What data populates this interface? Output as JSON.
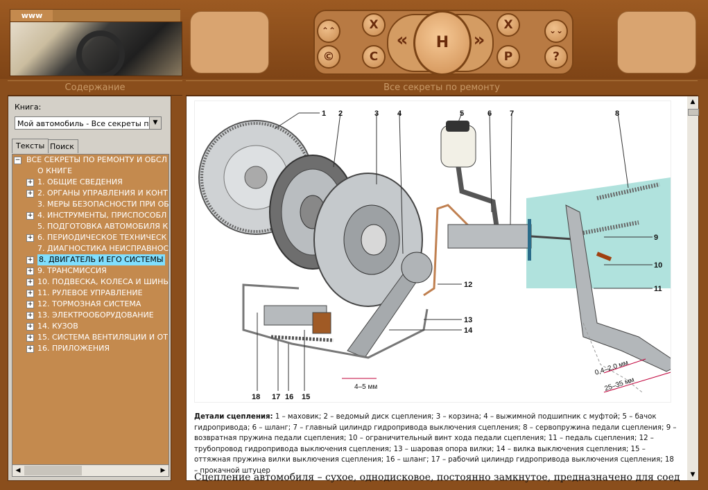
{
  "header": {
    "www_label": "www",
    "nav_buttons": {
      "up": "⌃⌃",
      "copyright": "©",
      "x_left": "X",
      "c": "C",
      "prev": "«",
      "home": "H",
      "next": "»",
      "x_right": "X",
      "p": "P",
      "down": "⌄⌄",
      "help": "?"
    }
  },
  "left_header": "Содержание",
  "right_header": "Все секреты по ремонту",
  "book": {
    "label": "Книга:",
    "selected": "Мой автомобиль - Все секреты по ре"
  },
  "tabs": [
    "Тексты",
    "Поиск"
  ],
  "tree": [
    {
      "sign": "−",
      "label": "ВСЕ СЕКРЕТЫ ПО РЕМОНТУ  И ОБСЛ",
      "level": 0
    },
    {
      "sign": "",
      "label": "О КНИГЕ",
      "level": 1
    },
    {
      "sign": "+",
      "label": "1. ОБЩИЕ СВЕДЕНИЯ",
      "level": 1
    },
    {
      "sign": "+",
      "label": "2. ОРГАНЫ УПРАВЛЕНИЯ И КОНТ",
      "level": 1
    },
    {
      "sign": "",
      "label": "3. МЕРЫ БЕЗОПАСНОСТИ ПРИ ОБ",
      "level": 1
    },
    {
      "sign": "+",
      "label": "4. ИНСТРУМЕНТЫ, ПРИСПОСОБЛ",
      "level": 1
    },
    {
      "sign": "",
      "label": "5. ПОДГОТОВКА АВТОМОБИЛЯ К",
      "level": 1
    },
    {
      "sign": "+",
      "label": "6. ПЕРИОДИЧЕСКОЕ ТЕХНИЧЕСК",
      "level": 1
    },
    {
      "sign": "",
      "label": "7. ДИАГНОСТИКА НЕИСПРАВНОС",
      "level": 1
    },
    {
      "sign": "+",
      "label": "8. ДВИГАТЕЛЬ И ЕГО СИСТЕМЫ",
      "level": 1,
      "selected": true
    },
    {
      "sign": "+",
      "label": "9. ТРАНСМИССИЯ",
      "level": 1
    },
    {
      "sign": "+",
      "label": "10. ПОДВЕСКА, КОЛЕСА И ШИНЫ",
      "level": 1
    },
    {
      "sign": "+",
      "label": "11. РУЛЕВОЕ УПРАВЛЕНИЕ",
      "level": 1
    },
    {
      "sign": "+",
      "label": "12. ТОРМОЗНАЯ СИСТЕМА",
      "level": 1
    },
    {
      "sign": "+",
      "label": "13. ЭЛЕКТРООБОРУДОВАНИЕ",
      "level": 1
    },
    {
      "sign": "+",
      "label": "14. КУЗОВ",
      "level": 1
    },
    {
      "sign": "+",
      "label": "15. СИСТЕМА ВЕНТИЛЯЦИИ И ОТ",
      "level": 1
    },
    {
      "sign": "+",
      "label": "16. ПРИЛОЖЕНИЯ",
      "level": 1
    }
  ],
  "figure": {
    "callouts": [
      "1",
      "2",
      "3",
      "4",
      "5",
      "6",
      "7",
      "8",
      "9",
      "10",
      "11",
      "12",
      "13",
      "14",
      "15",
      "16",
      "17",
      "18"
    ],
    "dim_pedal_small": "0,4–2,0 мм",
    "dim_pedal_large": "25–35 мм",
    "dim_fork": "4–5 мм"
  },
  "caption": {
    "title": "Детали сцепления:",
    "text": " 1 – маховик; 2 – ведомый диск сцепления; 3 – корзина; 4 – выжимной подшипник с муфтой; 5 – бачок гидропривода; 6 – шланг; 7 – главный цилиндр гидропривода выключения сцепления; 8 – сервопружина педали сцепления; 9 – возвратная пружина педали сцепления; 10 – ограничительный винт хода педали сцепления; 11 – педаль сцепления; 12 – трубопровод гидропривода выключения сцепления; 13 – шаровая опора вилки; 14 – вилка выключения сцепления; 15 – оттяжная пружина вилки выключения сцепления; 16 – шланг; 17 – рабочий цилиндр гидропривода выключения сцепления; 18 – прокачной штуцер"
  },
  "paragraph": "Сцепление автомобиля – сухое, однодисковое, постоянно замкнутое, предназначено для соединения"
}
